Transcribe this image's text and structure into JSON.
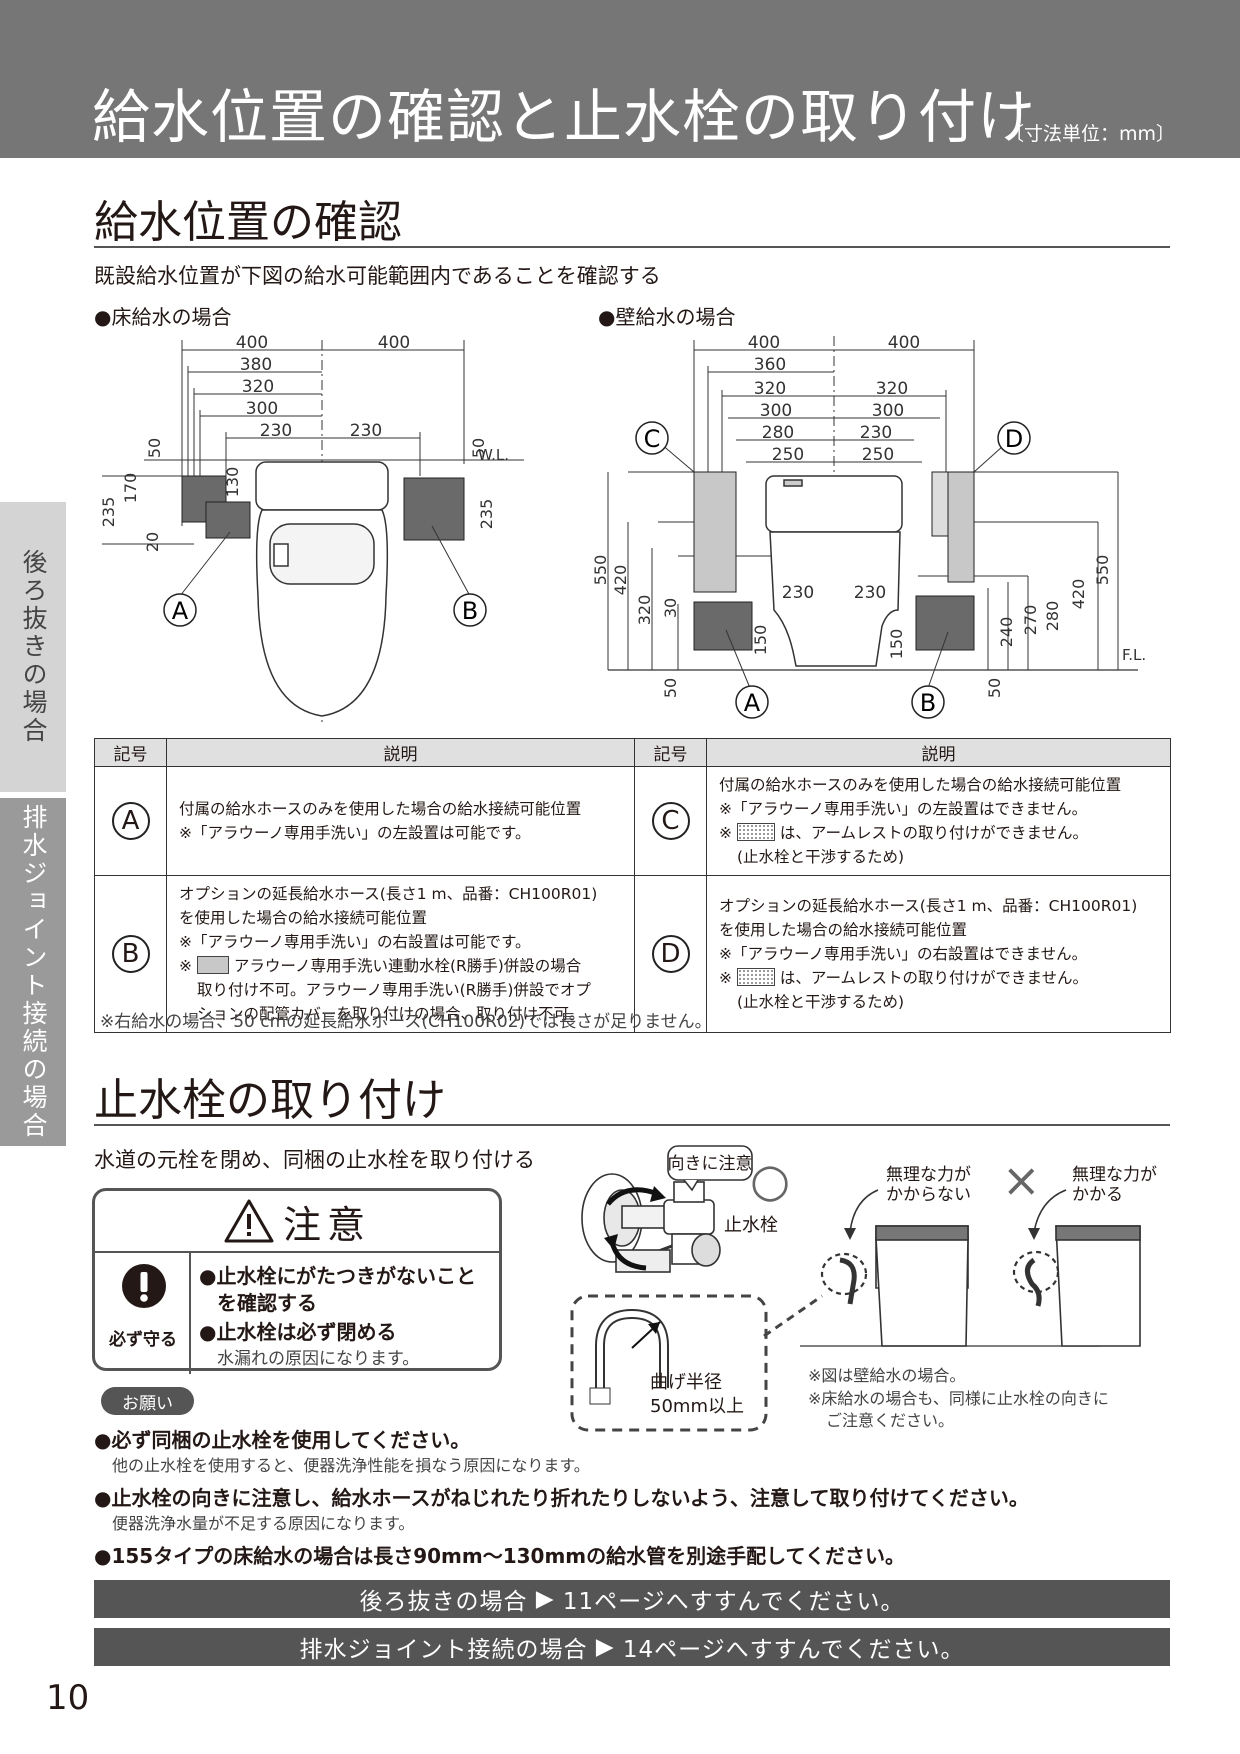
{
  "header": {
    "title": "給水位置の確認と止水栓の取り付け",
    "unit": "〔寸法単位：mm〕"
  },
  "side_tabs": [
    "後ろ抜きの場合",
    "排水ジョイント接続の場合"
  ],
  "section1": {
    "title": "給水位置の確認",
    "intro": "既設給水位置が下図の給水可能範囲内であることを確認する"
  },
  "floor_diagram": {
    "label": "●床給水の場合",
    "top_dims_left": [
      "400",
      "380",
      "320",
      "300",
      "230"
    ],
    "top_dims_right": [
      "400",
      "230"
    ],
    "vert_dims": [
      "235",
      "170",
      "20",
      "50",
      "130",
      "50",
      "235"
    ],
    "wl": "W.L.",
    "markers": [
      "A",
      "B"
    ]
  },
  "wall_diagram": {
    "label": "●壁給水の場合",
    "top_dims_left": [
      "400",
      "360",
      "320",
      "300",
      "280",
      "250"
    ],
    "top_dims_right": [
      "400",
      "320",
      "300",
      "230",
      "250"
    ],
    "mid_dims": [
      "230",
      "230"
    ],
    "vert_dims_left": [
      "550",
      "420",
      "320",
      "30",
      "150",
      "50"
    ],
    "vert_dims_right": [
      "150",
      "50",
      "240",
      "270",
      "280",
      "420",
      "550"
    ],
    "fl": "F.L.",
    "markers": [
      "C",
      "D",
      "A",
      "B"
    ]
  },
  "table": {
    "headers": [
      "記号",
      "説明",
      "記号",
      "説明"
    ],
    "rows": {
      "A": {
        "symbol": "A",
        "lines": [
          "付属の給水ホースのみを使用した場合の給水接続可能位置",
          "※「アラウーノ専用手洗い」の左設置は可能です。"
        ]
      },
      "B": {
        "symbol": "B",
        "lines": [
          "オプションの延長給水ホース(長さ1 m、品番：CH100R01)",
          "を使用した場合の給水接続可能位置",
          "※「アラウーノ専用手洗い」の右設置は可能です。"
        ],
        "note_prefix": "※",
        "note_rest": "アラウーノ専用手洗い連動水栓(R勝手)併設の場合",
        "note_cont": [
          "取り付け不可。アラウーノ専用手洗い(R勝手)併設でオプ",
          "ションの配管カバーを取り付けの場合、取り付け不可。"
        ]
      },
      "C": {
        "symbol": "C",
        "lines": [
          "付属の給水ホースのみを使用した場合の給水接続可能位置",
          "※「アラウーノ専用手洗い」の左設置はできません。"
        ],
        "note_prefix": "※",
        "note_rest": "は、アームレストの取り付けができません。",
        "note_cont": "(止水栓と干渉するため)"
      },
      "D": {
        "symbol": "D",
        "lines": [
          "オプションの延長給水ホース(長さ1 m、品番：CH100R01)",
          "を使用した場合の給水接続可能位置",
          "※「アラウーノ専用手洗い」の右設置はできません。"
        ],
        "note_prefix": "※",
        "note_rest": "は、アームレストの取り付けができません。",
        "note_cont": "(止水栓と干渉するため)"
      }
    },
    "footnote": "※右給水の場合、50 cmの延長給水ホース(CH100R02)では長さが足りません。"
  },
  "section2": {
    "title": "止水栓の取り付け",
    "intro": "水道の元栓を閉め、同梱の止水栓を取り付ける"
  },
  "caution": {
    "title": "注意",
    "must_label": "必ず守る",
    "items": [
      "●止水栓にがたつきがないこと",
      "を確認する",
      "●止水栓は必ず閉める"
    ],
    "sub": "水漏れの原因になります。"
  },
  "illustration": {
    "direction_callout": "向きに注意",
    "valve_label": "止水栓",
    "bend_label_1": "曲げ半径",
    "bend_label_2": "50mm以上",
    "ok_symbol": "○",
    "ng_symbol": "×",
    "ok_text": [
      "無理な力が",
      "かからない"
    ],
    "ng_text": [
      "無理な力が",
      "かかる"
    ],
    "notes": [
      "※図は壁給水の場合。",
      "※床給水の場合も、同様に止水栓の向きに",
      "ご注意ください。"
    ]
  },
  "request": {
    "label": "お願い",
    "items": [
      {
        "main": "●必ず同梱の止水栓を使用してください。",
        "sub": "他の止水栓を使用すると、便器洗浄性能を損なう原因になります。"
      },
      {
        "main": "●止水栓の向きに注意し、給水ホースがねじれたり折れたりしないよう、注意して取り付けてください。",
        "sub": "便器洗浄水量が不足する原因になります。"
      },
      {
        "main": "●155タイプの床給水の場合は長さ90mm～130mmの給水管を別途手配してください。",
        "sub": ""
      }
    ]
  },
  "nav": [
    {
      "case": "後ろ抜きの場合",
      "arrow": "▶",
      "target": "11ページへすすんでください。"
    },
    {
      "case": "排水ジョイント接続の場合",
      "arrow": "▶",
      "target": "14ページへすすんでください。"
    }
  ],
  "page_number": "10"
}
